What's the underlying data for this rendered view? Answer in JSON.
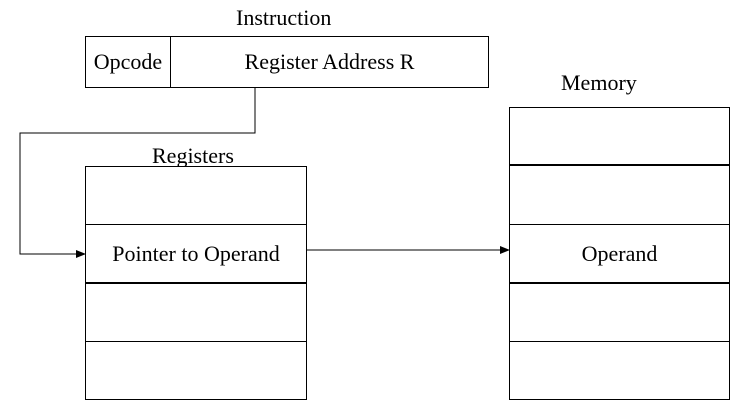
{
  "instruction": {
    "title": "Instruction",
    "opcode_label": "Opcode",
    "address_label": "Register Address R"
  },
  "registers": {
    "title": "Registers",
    "highlighted_label": "Pointer to Operand"
  },
  "memory": {
    "title": "Memory",
    "highlighted_label": "Operand"
  }
}
